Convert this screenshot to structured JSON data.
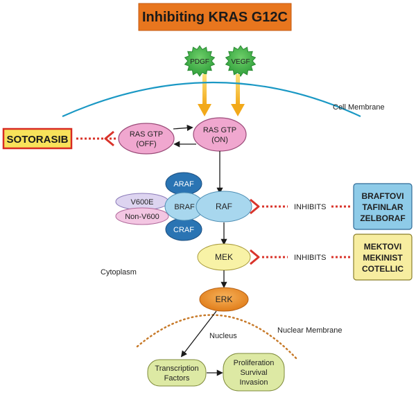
{
  "title": "Inhibiting KRAS G12C",
  "growth_factors": [
    "PDGF",
    "VEGF"
  ],
  "labels": {
    "cell_membrane": "Cell Membrane",
    "cytoplasm": "Cytoplasm",
    "nuclear_membrane": "Nuclear Membrane",
    "nucleus": "Nucleus",
    "inhibits_raf": "INHIBITS",
    "inhibits_mek": "INHIBITS"
  },
  "nodes": {
    "ras_off": [
      "RAS GTP",
      "(OFF)"
    ],
    "ras_on": [
      "RAS GTP",
      "(ON)"
    ],
    "araf": "ARAF",
    "braf": "BRAF",
    "craf": "CRAF",
    "v600e": "V600E",
    "non_v600": "Non-V600",
    "raf": "RAF",
    "mek": "MEK",
    "erk": "ERK",
    "transcription": [
      "Transcription",
      "Factors"
    ],
    "outcomes": [
      "Proliferation",
      "Survival",
      "Invasion"
    ]
  },
  "drugs": {
    "sotorasib": "SOTORASIB",
    "braf_inhibitors": [
      "BRAFTOVI",
      "TAFINLAR",
      "ZELBORAF"
    ],
    "mek_inhibitors": [
      "MEKTOVI",
      "MEKINIST",
      "COTELLIC"
    ]
  },
  "colors": {
    "title_bg": "#e8761e",
    "gf_green": "#3fb24a",
    "arrow_gold": "#f2b51c",
    "membrane_blue": "#1a98c4",
    "ras_pink": "#f0a7cf",
    "raf_blue": "#a8d7ee",
    "dark_blue": "#2a74b3",
    "lavender": "#ddd4f0",
    "pink_light": "#f3c6e2",
    "mek_yellow": "#f8f2a6",
    "erk_orange": "#ee8a22",
    "green_box": "#dde9a4",
    "inhibit_red": "#d9342b",
    "drug_blue": "#8ecbe8",
    "drug_yellow": "#f7eda0",
    "soto_bg": "#f8e25a",
    "nuclear_dot": "#c77a2a"
  }
}
